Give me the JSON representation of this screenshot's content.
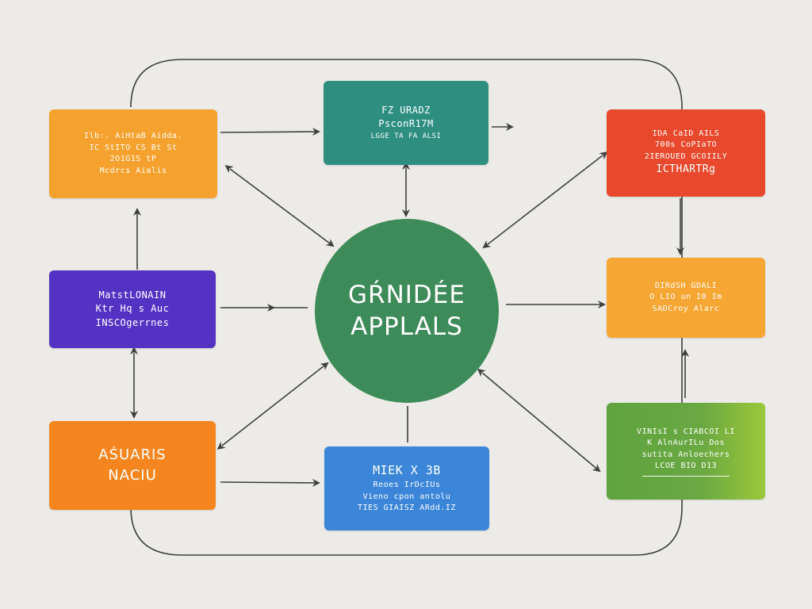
{
  "colors": {
    "background": "#ecebe7",
    "connector": "#3f3f3f",
    "center": "#3d8b58",
    "yellow_orange": "#f5a12d",
    "teal": "#2e8f81",
    "red_orange": "#e8492c",
    "purple": "#5432c4",
    "light_orange": "#f6a632",
    "orange": "#f5861f",
    "blue": "#3b86d8",
    "green": "#6aa842"
  },
  "center": {
    "lines": [
      "GŔNIDÉE",
      "APPLALS"
    ]
  },
  "nodes": {
    "top_left": {
      "color": "yellow_orange",
      "lines": [
        "Ilb:. AiHtaB Aidda.",
        "IC StITO CS Bt St",
        "2O1G1S tP",
        "Mcdrcs Aialis"
      ]
    },
    "top_center": {
      "color": "teal",
      "lines": [
        "FZ URADZ",
        "PsconR17M",
        "LGGE TA FA ALSI"
      ]
    },
    "top_right": {
      "color": "red_orange",
      "lines": [
        "IDA CaID AILS",
        "700s CoPIaTO",
        "2IEROUED GCOIILY",
        "ICTHARTRg"
      ]
    },
    "mid_left": {
      "color": "purple",
      "lines": [
        "MatstLONAIN",
        "Ktr Hq s Auc",
        "INSCOgerrnes"
      ]
    },
    "mid_right": {
      "color": "light_orange",
      "lines": [
        "DIRdSH GDALI",
        "O LIO un I0 Im",
        "SADCroy Alarc"
      ]
    },
    "bottom_left": {
      "color": "orange",
      "lines": [
        "AŚUARIS",
        "NACIU"
      ]
    },
    "bottom_center": {
      "color": "blue",
      "lines": [
        "MIEK X 3B",
        "Reoes IrDcIUs",
        "Vieno cpon antolu",
        "TIES GIAISZ ARdd.IZ"
      ]
    },
    "bottom_right": {
      "color": "green",
      "lines": [
        "VINIsI s CIABCOI LI",
        "K AlnAurILu Dos",
        "sutita Anloechers",
        "LCOE BIO D13"
      ]
    }
  }
}
